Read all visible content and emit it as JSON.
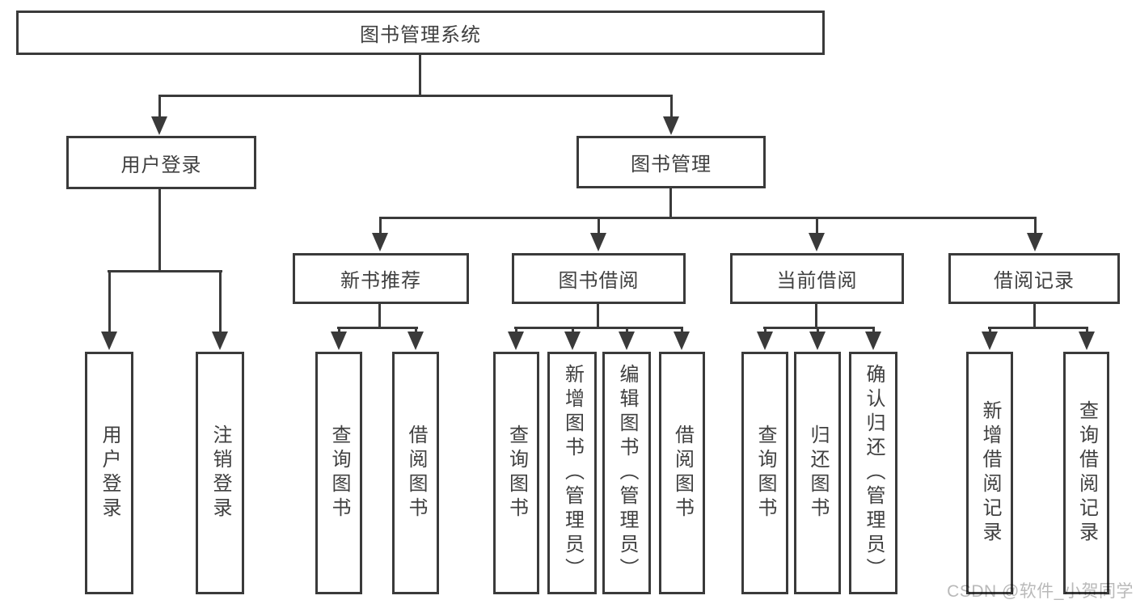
{
  "nodes": {
    "root": "图书管理系统",
    "level2": [
      "用户登录",
      "图书管理"
    ],
    "level3": [
      "新书推荐",
      "图书借阅",
      "当前借阅",
      "借阅记录"
    ],
    "leaves_login": [
      "用户登录",
      "注销登录"
    ],
    "leaves_new_books": [
      "查询图书",
      "借阅图书"
    ],
    "leaves_borrow": [
      "查询图书",
      "新增图书（管理员）",
      "编辑图书（管理员）",
      "借阅图书"
    ],
    "leaves_current": [
      "查询图书",
      "归还图书",
      "确认归还（管理员）"
    ],
    "leaves_records": [
      "新增借阅记录",
      "查询借阅记录"
    ]
  },
  "watermark": "CSDN @软件_小贺同学",
  "colors": {
    "line": "#3a3a3a",
    "box_border": "#3a3a3a",
    "text": "#404040",
    "watermark": "#b9b9b9",
    "background": "#ffffff"
  }
}
